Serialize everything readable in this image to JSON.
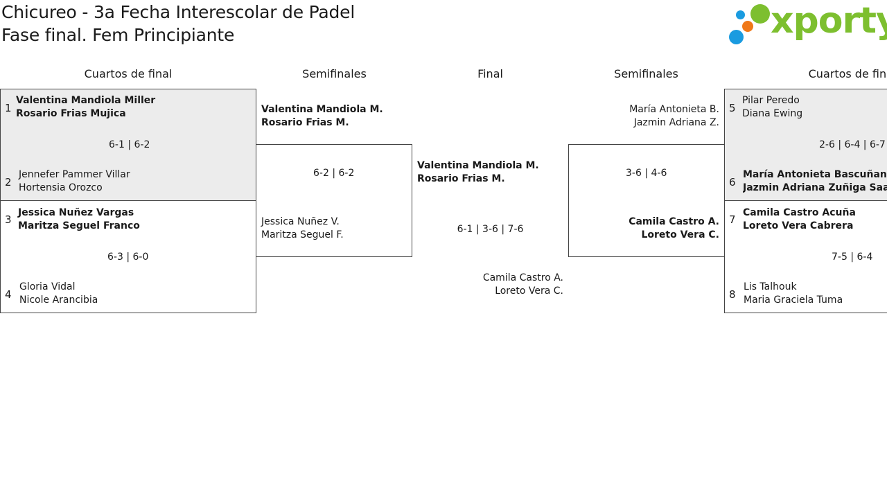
{
  "header": {
    "title_line1": "Chicureo - 3a Fecha Interescolar de Padel",
    "title_line2": "Fase final. Fem Principiante",
    "logo_text": "xporty"
  },
  "rounds": {
    "left_quarters": "Cuartos de final",
    "left_semis": "Semifinales",
    "final": "Final",
    "right_semis": "Semifinales",
    "right_quarters": "Cuartos de final"
  },
  "left_quarters": [
    {
      "top": {
        "seed": "1",
        "p1": "Valentina Mandiola Miller",
        "p2": "Rosario Frias Mujica"
      },
      "score": "6-1 | 6-2",
      "bottom": {
        "seed": "2",
        "p1": "Jennefer Pammer Villar",
        "p2": "Hortensia Orozco"
      }
    },
    {
      "top": {
        "seed": "3",
        "p1": "Jessica Nuñez Vargas",
        "p2": "Maritza Seguel Franco"
      },
      "score": "6-3 | 6-0",
      "bottom": {
        "seed": "4",
        "p1": "Gloria Vidal",
        "p2": "Nicole Arancibia"
      }
    }
  ],
  "left_semi": {
    "top": {
      "p1": "Valentina Mandiola M.",
      "p2": "Rosario Frias M."
    },
    "score": "6-2 | 6-2",
    "bottom": {
      "p1": "Jessica Nuñez V.",
      "p2": "Maritza Seguel F."
    }
  },
  "final": {
    "top": {
      "p1": "Valentina Mandiola M.",
      "p2": "Rosario Frias M."
    },
    "score": "6-1 | 3-6 | 7-6",
    "bottom": {
      "p1": "Camila Castro A.",
      "p2": "Loreto Vera C."
    }
  },
  "right_semi": {
    "top": {
      "p1": "María Antonieta B.",
      "p2": "Jazmin Adriana Z."
    },
    "score": "3-6 | 4-6",
    "bottom": {
      "p1": "Camila Castro A.",
      "p2": "Loreto Vera C."
    }
  },
  "right_quarters": [
    {
      "top": {
        "seed": "5",
        "p1": "Pilar Peredo",
        "p2": "Diana Ewing"
      },
      "score": "2-6 | 6-4 | 6-7",
      "bottom": {
        "seed": "6",
        "p1": "María Antonieta Bascuñan D",
        "p2": "Jazmin Adriana Zuñiga Saav"
      }
    },
    {
      "top": {
        "seed": "7",
        "p1": "Camila Castro Acuña",
        "p2": "Loreto Vera Cabrera"
      },
      "score": "7-5 | 6-4",
      "bottom": {
        "seed": "8",
        "p1": "Lis Talhouk",
        "p2": "Maria Graciela Tuma"
      }
    }
  ],
  "colors": {
    "winner_bg": "#ececec",
    "logo_green": "#7dbf2f",
    "logo_blue": "#1a9be0",
    "logo_orange": "#f07818"
  }
}
